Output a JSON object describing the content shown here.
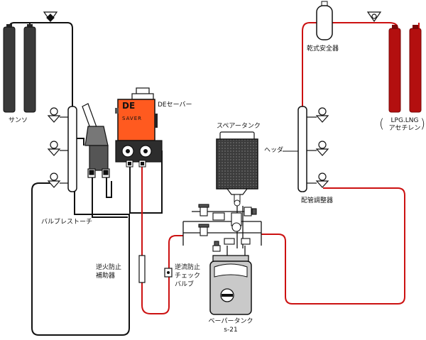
{
  "labels": {
    "oxygen": "サンソ",
    "dry_safety": "乾式安全器",
    "fuel_line1": "LPG.LNG",
    "fuel_line2": "アセチレン",
    "de_saver": "DEセーバー",
    "spare_tank": "スペアータンク",
    "header": "ヘッダ",
    "pipe_regulator": "配管調整器",
    "bulb_torch": "バルブレストーチ",
    "flashback_aux_1": "逆火防止",
    "flashback_aux_2": "補助器",
    "check_valve_1": "逆流防止",
    "check_valve_2": "チェック",
    "check_valve_3": "バルブ",
    "vapor_tank_1": "ベーパータンク",
    "vapor_tank_2": "s-21",
    "device_text_1": "DE",
    "device_text_2": "SAVER"
  },
  "colors": {
    "oxygen_line": "#111111",
    "fuel_line": "#cc1111",
    "fuel_cylinder": "#b30f0f",
    "oxygen_cylinder": "#3a3a3a",
    "de_saver_body": "#ff5a1f",
    "tank_body": "#3c3c3c",
    "vapor_tank_body": "#c9c9c9"
  }
}
